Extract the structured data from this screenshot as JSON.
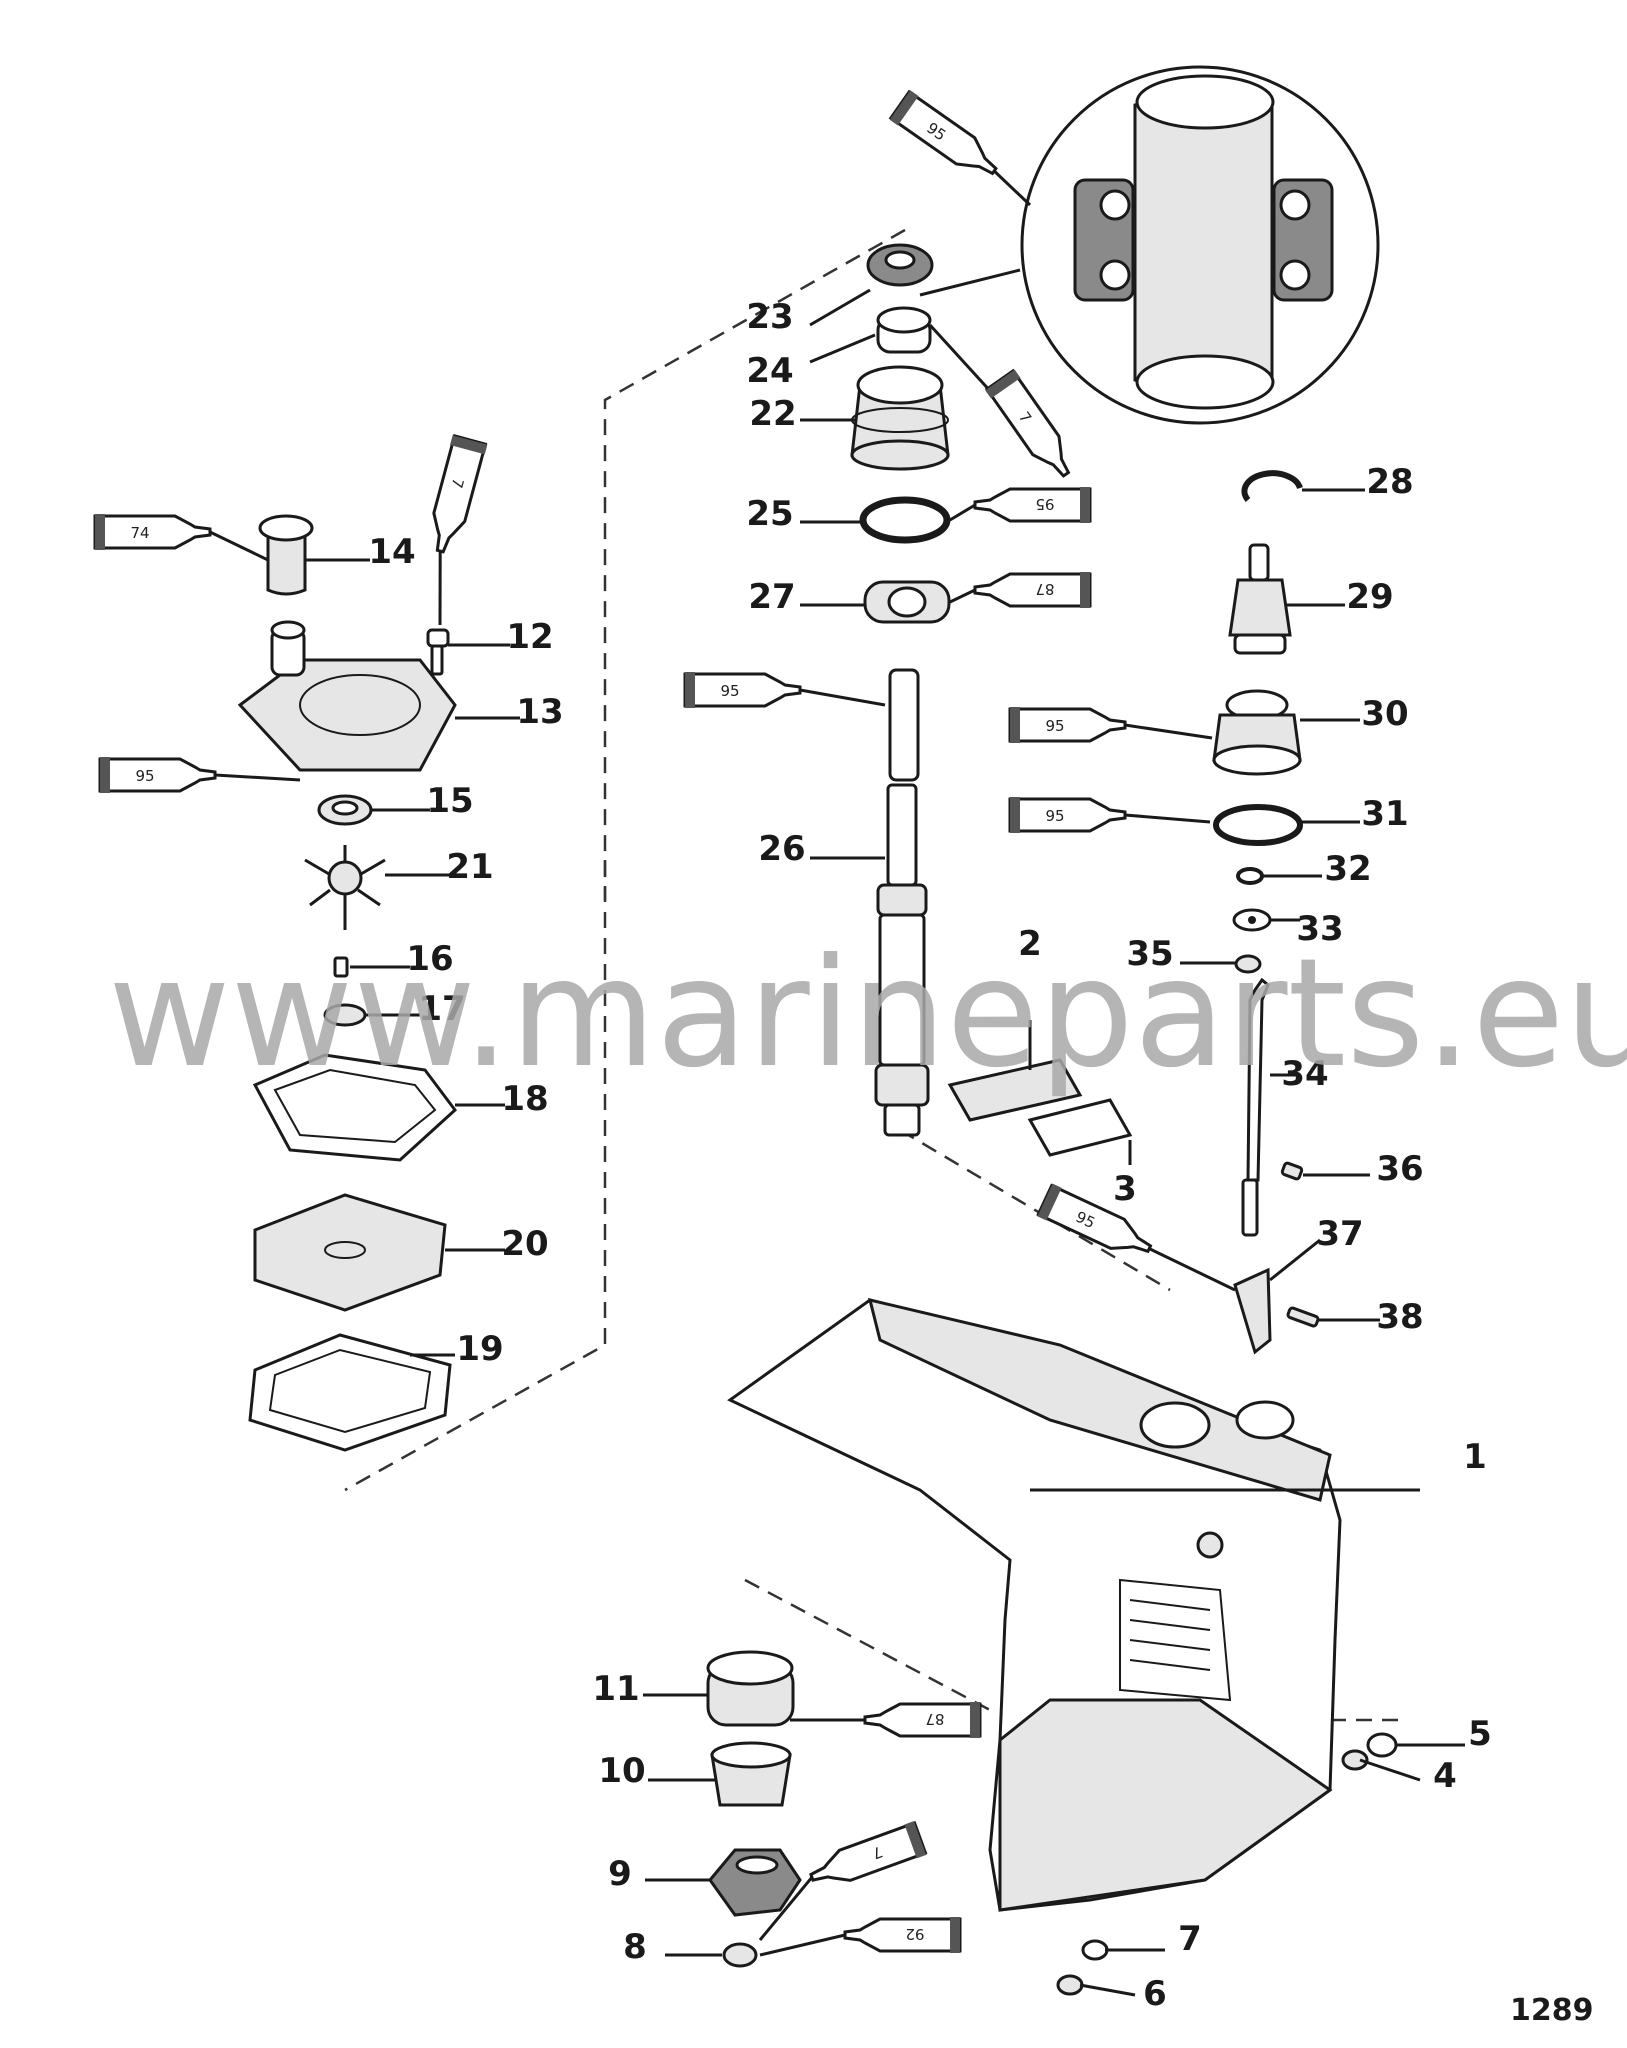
{
  "watermark": "www.marineparts.eu",
  "figure_number": "1289",
  "callouts": [
    {
      "id": "1",
      "label": "1"
    },
    {
      "id": "2",
      "label": "2"
    },
    {
      "id": "3",
      "label": "3"
    },
    {
      "id": "4",
      "label": "4"
    },
    {
      "id": "5",
      "label": "5"
    },
    {
      "id": "6",
      "label": "6"
    },
    {
      "id": "7",
      "label": "7"
    },
    {
      "id": "8",
      "label": "8"
    },
    {
      "id": "9",
      "label": "9"
    },
    {
      "id": "10",
      "label": "10"
    },
    {
      "id": "11",
      "label": "11"
    },
    {
      "id": "12",
      "label": "12"
    },
    {
      "id": "13",
      "label": "13"
    },
    {
      "id": "14",
      "label": "14"
    },
    {
      "id": "15",
      "label": "15"
    },
    {
      "id": "16",
      "label": "16"
    },
    {
      "id": "17",
      "label": "17"
    },
    {
      "id": "18",
      "label": "18"
    },
    {
      "id": "19",
      "label": "19"
    },
    {
      "id": "20",
      "label": "20"
    },
    {
      "id": "21",
      "label": "21"
    },
    {
      "id": "22",
      "label": "22"
    },
    {
      "id": "23",
      "label": "23"
    },
    {
      "id": "24",
      "label": "24"
    },
    {
      "id": "25",
      "label": "25"
    },
    {
      "id": "26",
      "label": "26"
    },
    {
      "id": "27",
      "label": "27"
    },
    {
      "id": "28",
      "label": "28"
    },
    {
      "id": "29",
      "label": "29"
    },
    {
      "id": "30",
      "label": "30"
    },
    {
      "id": "31",
      "label": "31"
    },
    {
      "id": "32",
      "label": "32"
    },
    {
      "id": "33",
      "label": "33"
    },
    {
      "id": "34",
      "label": "34"
    },
    {
      "id": "35",
      "label": "35"
    },
    {
      "id": "36",
      "label": "36"
    },
    {
      "id": "37",
      "label": "37"
    },
    {
      "id": "38",
      "label": "38"
    }
  ],
  "sealant_tubes": [
    {
      "id": "t95-top",
      "code": "95"
    },
    {
      "id": "t7-upper",
      "code": "7"
    },
    {
      "id": "t95-25",
      "code": "95"
    },
    {
      "id": "t87-27",
      "code": "87"
    },
    {
      "id": "t95-26",
      "code": "95"
    },
    {
      "id": "t7-12",
      "code": "7"
    },
    {
      "id": "t74-14",
      "code": "74"
    },
    {
      "id": "t95-13",
      "code": "95"
    },
    {
      "id": "t95-30",
      "code": "95"
    },
    {
      "id": "t95-31",
      "code": "95"
    },
    {
      "id": "t95-37",
      "code": "95"
    },
    {
      "id": "t87-11",
      "code": "87"
    },
    {
      "id": "t7-8",
      "code": "7"
    },
    {
      "id": "t92-8",
      "code": "92"
    }
  ]
}
